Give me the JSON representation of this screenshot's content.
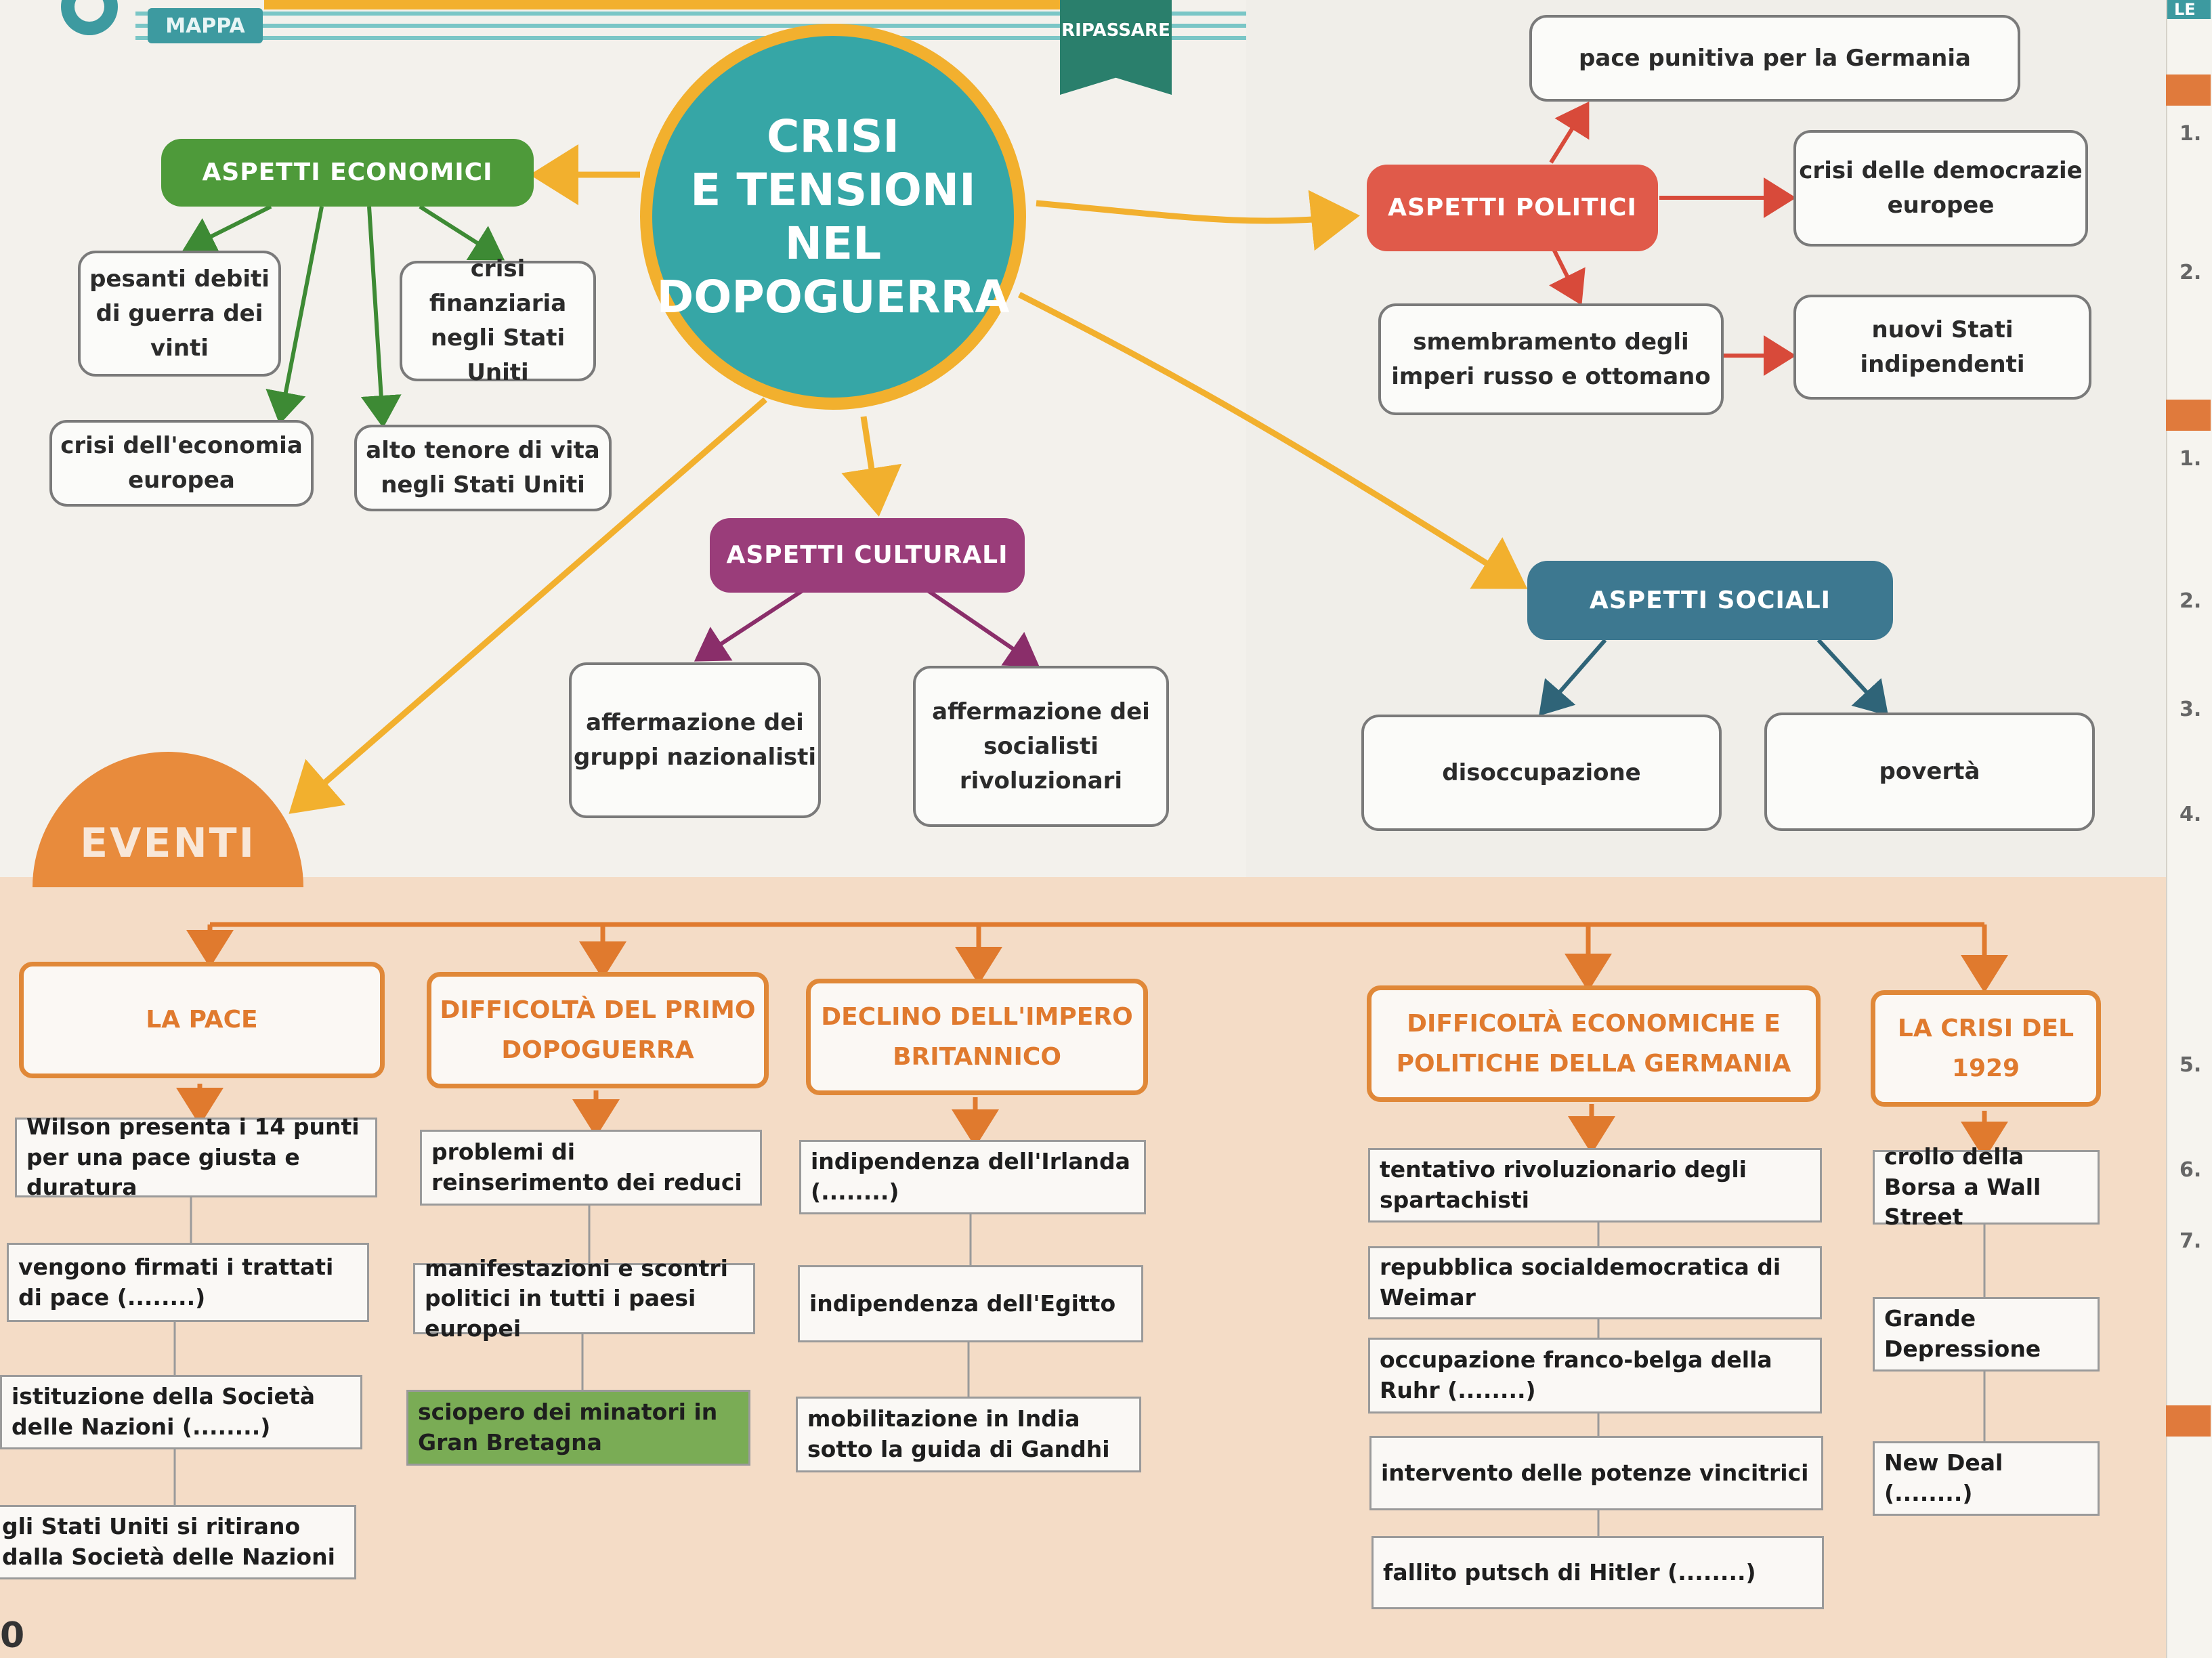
{
  "header": {
    "tag": "MAPPA",
    "ribbon": "RIPASSARE"
  },
  "hub": {
    "lines": [
      "CRISI",
      "E TENSIONI",
      "NEL",
      "DOPOGUERRA"
    ]
  },
  "economic": {
    "title": "ASPETTI ECONOMICI",
    "debts": "pesanti debiti di guerra dei vinti",
    "finance": "crisi finanziaria negli Stati Uniti",
    "europe": "crisi dell'economia europea",
    "living": "alto tenore di vita negli Stati Uniti"
  },
  "political": {
    "title": "ASPETTI POLITICI",
    "peace": "pace punitiva per la Germania",
    "democracy": "crisi delle democrazie europee",
    "empires": "smembramento degli imperi russo e ottomano",
    "states": "nuovi Stati indipendenti"
  },
  "cultural": {
    "title": "ASPETTI CULTURALI",
    "nationalists": "affermazione dei gruppi nazionalisti",
    "socialists": "affermazione dei socialisti rivoluzionari"
  },
  "social": {
    "title": "ASPETTI SOCIALI",
    "unemployment": "disoccupazione",
    "poverty": "povertà"
  },
  "events": {
    "label": "EVENTI",
    "pace": {
      "title": "LA PACE",
      "items": [
        "Wilson presenta i 14 punti per una pace giusta e duratura",
        "vengono firmati i trattati di pace (........)",
        "istituzione della Società delle Nazioni (........)",
        "gli Stati Uniti si ritirano dalla Società delle Nazioni"
      ]
    },
    "difficolta": {
      "title": "DIFFICOLTÀ DEL PRIMO DOPOGUERRA",
      "items": [
        "problemi di reinserimento dei reduci",
        "manifestazioni e scontri politici in tutti i paesi europei",
        "sciopero dei minatori in Gran Bretagna"
      ]
    },
    "declino": {
      "title": "DECLINO DELL'IMPERO BRITANNICO",
      "items": [
        "indipendenza dell'Irlanda (........)",
        "indipendenza dell'Egitto",
        "mobilitazione in India sotto la guida di Gandhi"
      ]
    },
    "germania": {
      "title": "DIFFICOLTÀ ECONOMICHE E POLITICHE DELLA GERMANIA",
      "items": [
        "tentativo rivoluzionario degli spartachisti",
        "repubblica socialdemocratica di Weimar",
        "occupazione franco-belga della Ruhr (........)",
        "intervento delle potenze vincitrici",
        "fallito putsch di Hitler (........)"
      ]
    },
    "crisi1929": {
      "title": "LA CRISI DEL 1929",
      "items": [
        "crollo della Borsa a Wall Street",
        "Grande Depressione",
        "New Deal (........)"
      ]
    }
  },
  "right_edge": {
    "tab": "LE",
    "numbers": [
      "1.",
      "2.",
      "1.",
      "2.",
      "3.",
      "4.",
      "5.",
      "6.",
      "7."
    ]
  },
  "page_number": "0",
  "colors": {
    "hub": "#36a6a6",
    "hub_ring": "#f2b02e",
    "economic": "#4e9a3a",
    "political": "#e05a4a",
    "cultural": "#9a3d7a",
    "social": "#3d7890",
    "events": "#e08838",
    "band": "#f4dcc6"
  }
}
